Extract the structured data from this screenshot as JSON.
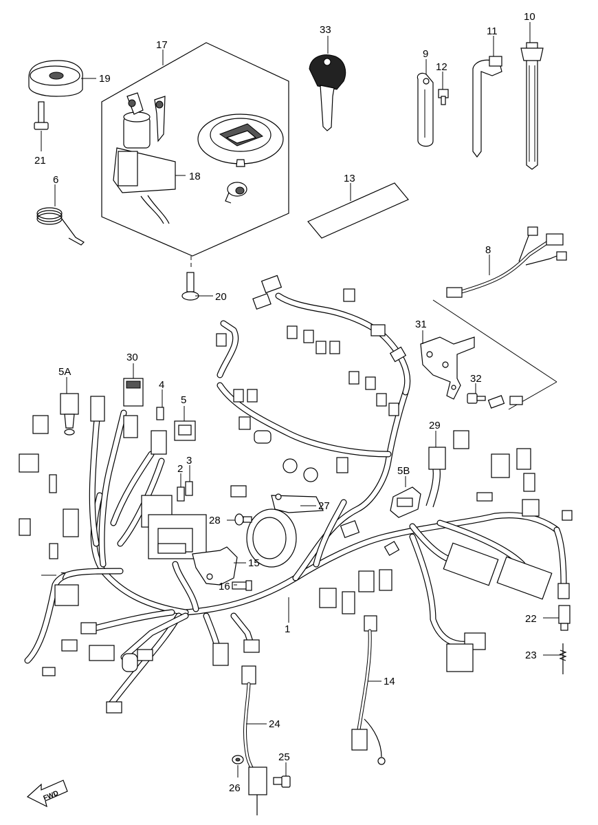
{
  "diagram": {
    "callouts": {
      "p1": "1",
      "p2": "2",
      "p3": "3",
      "p4": "4",
      "p5": "5",
      "p5a": "5A",
      "p5b": "5B",
      "p6": "6",
      "p7": "7",
      "p8": "8",
      "p9": "9",
      "p10": "10",
      "p11": "11",
      "p12": "12",
      "p13": "13",
      "p14": "14",
      "p15": "15",
      "p16": "16",
      "p17": "17",
      "p18": "18",
      "p19": "19",
      "p20": "20",
      "p21": "21",
      "p22": "22",
      "p23": "23",
      "p24": "24",
      "p25": "25",
      "p26": "26",
      "p27": "27",
      "p28": "28",
      "p29": "29",
      "p30": "30",
      "p31": "31",
      "p32": "32",
      "p33": "33"
    },
    "fwd_label": "FWD"
  }
}
